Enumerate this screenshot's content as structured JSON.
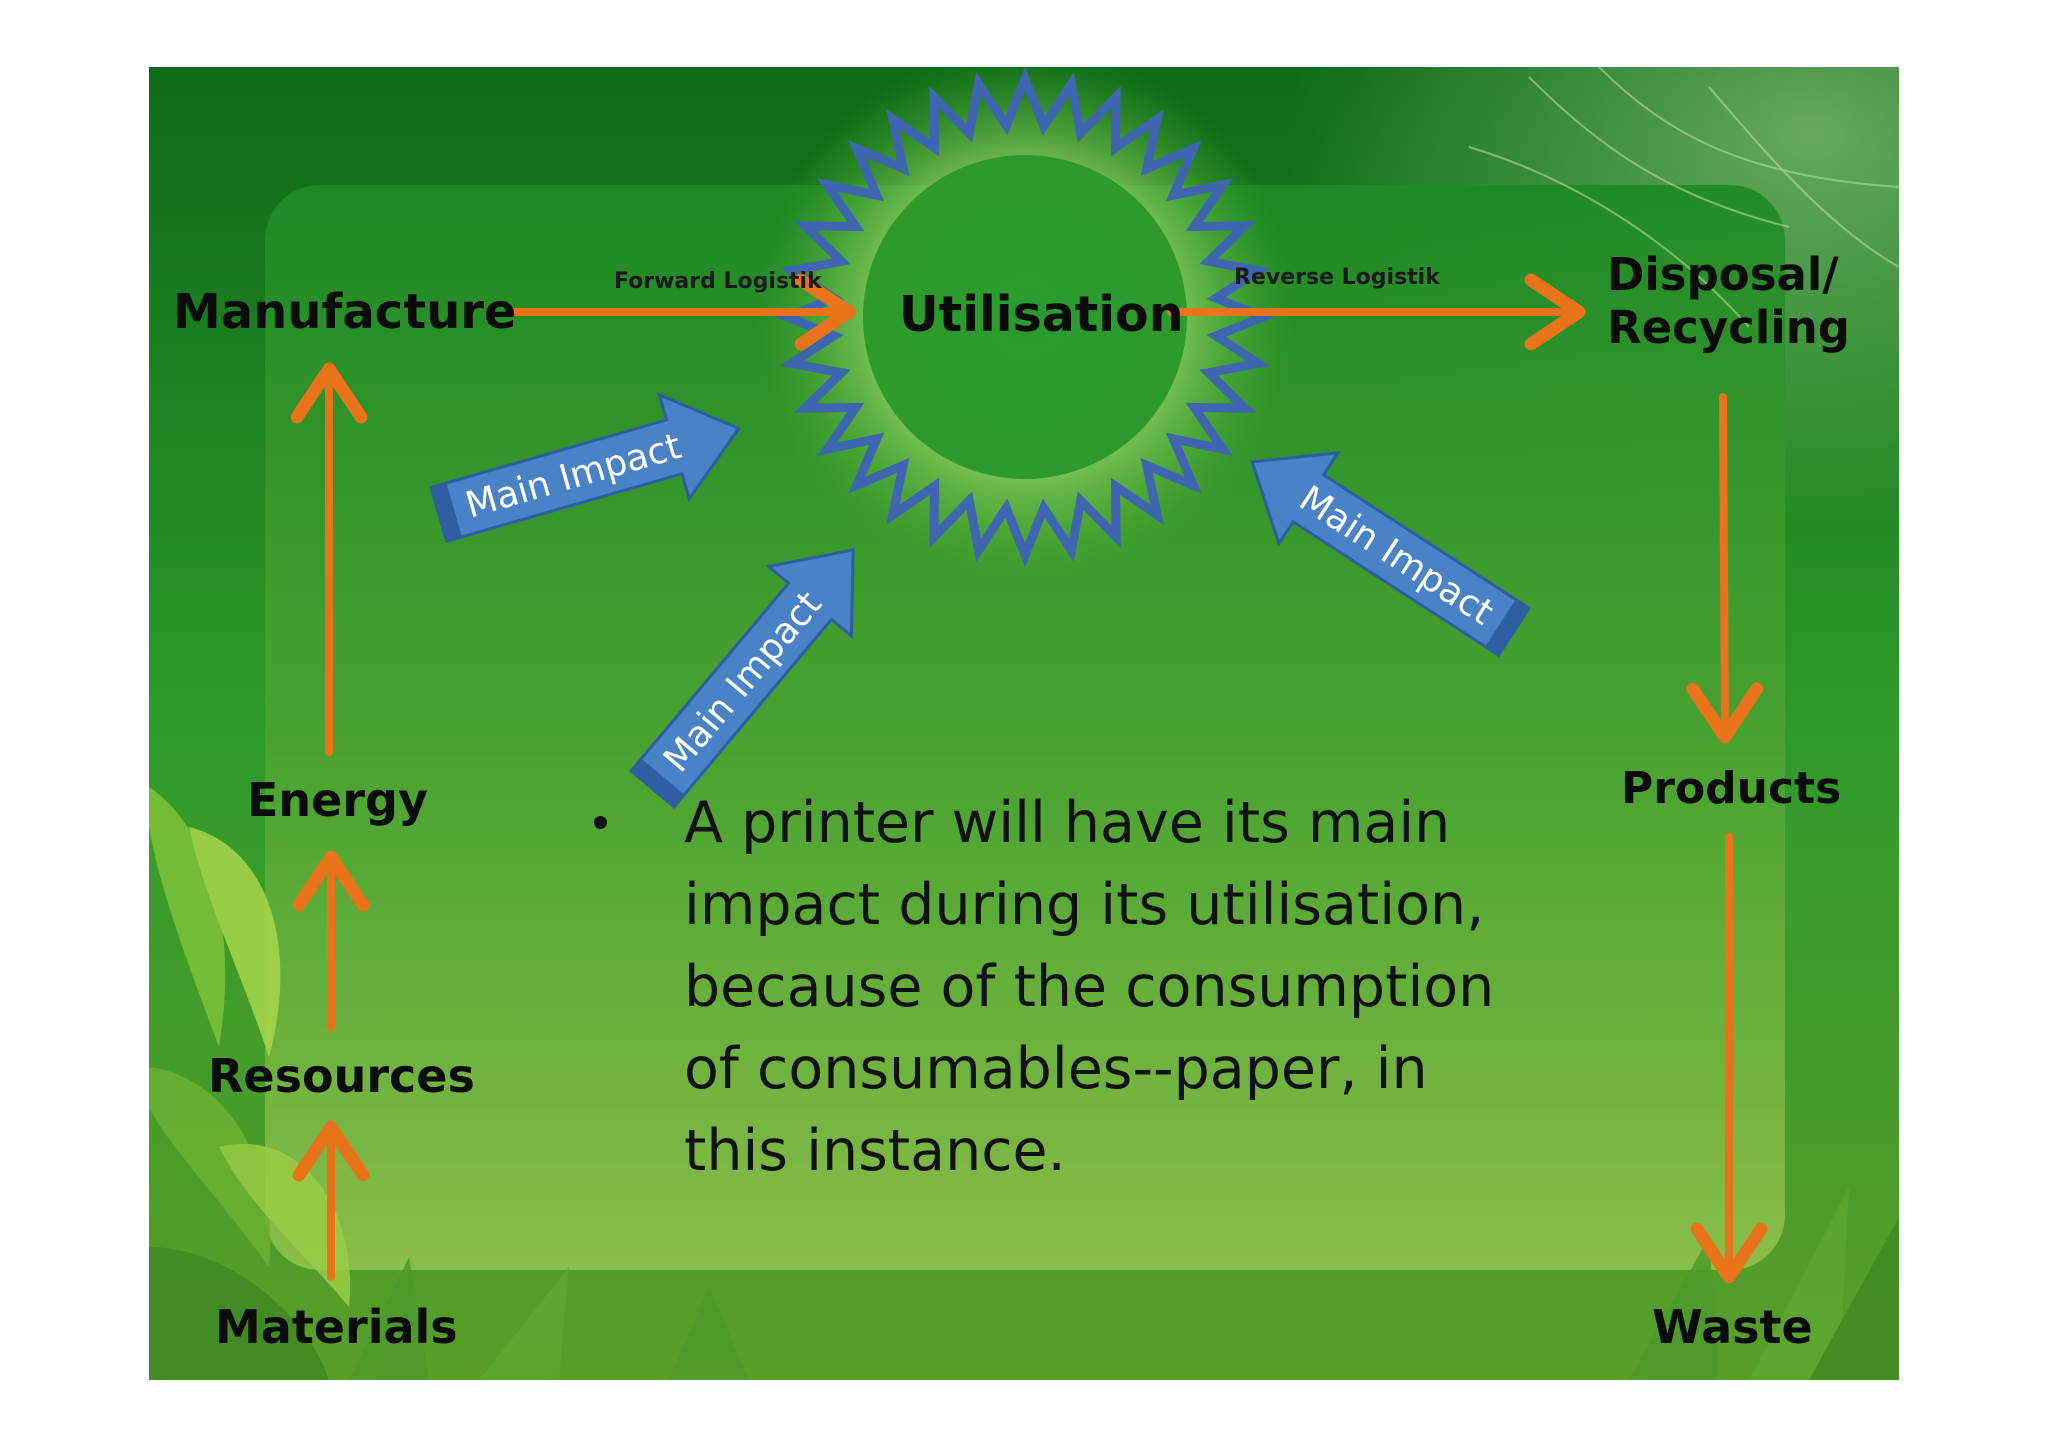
{
  "nodes": {
    "manufacture": "Manufacture",
    "utilisation": "Utilisation",
    "disposal_line1": "Disposal/",
    "disposal_line2": "Recycling",
    "energy": "Energy",
    "resources": "Resources",
    "materials": "Materials",
    "products": "Products",
    "waste": "Waste"
  },
  "edges": {
    "forward": "Forward Logistik",
    "reverse": "Reverse Logistik"
  },
  "impact_arrows": [
    "Main Impact",
    "Main Impact",
    "Main Impact"
  ],
  "bullet": "A printer will have its main impact during its utilisation, because of the consumption of consumables--paper, in this instance.",
  "colors": {
    "arrow": "#e8731a",
    "impact_fill": "#4a82c8",
    "impact_edge": "#2f5fa3",
    "star": "#3f66b0",
    "bg_dark": "#167d1e",
    "bg_light": "#8cbf3f"
  }
}
